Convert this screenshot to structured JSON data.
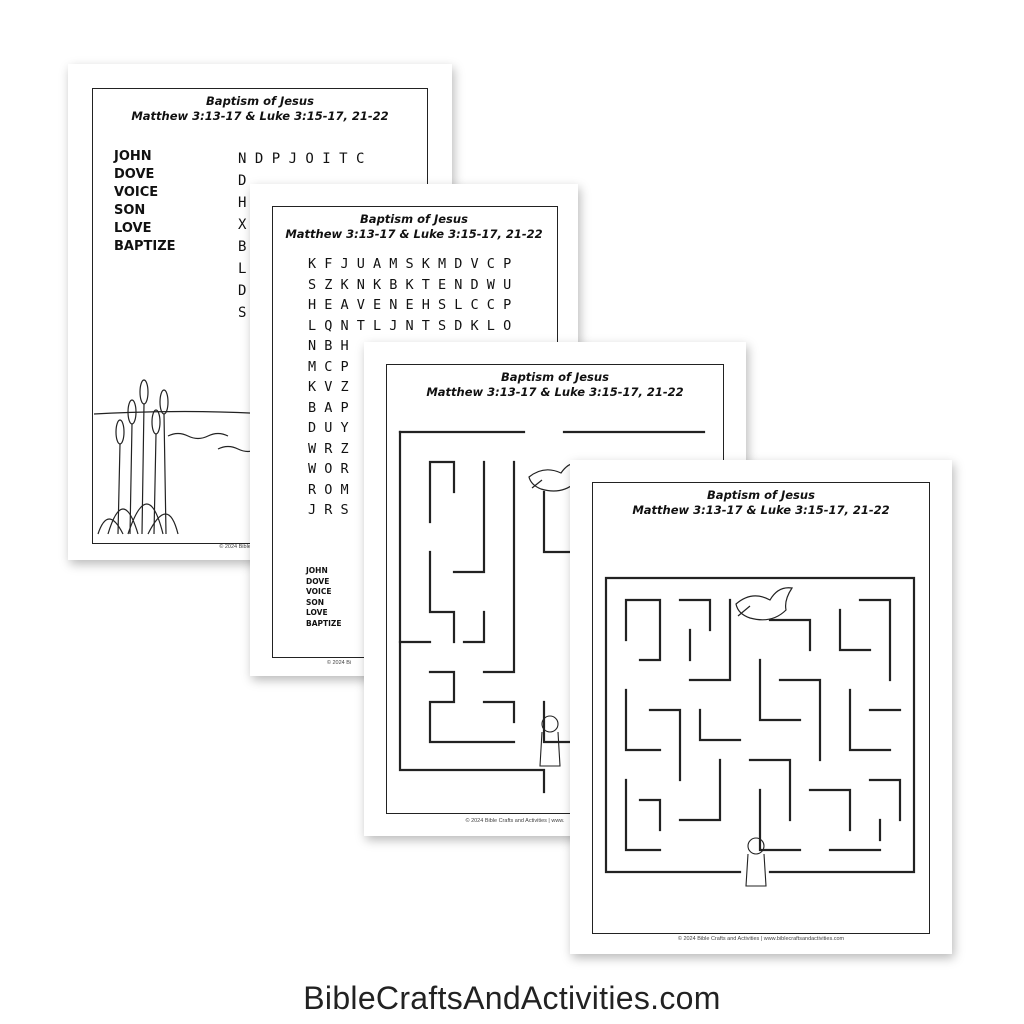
{
  "sheets": {
    "title_line1": "Baptism of Jesus",
    "title_line2": "Matthew 3:13-17 & Luke 3:15-17, 21-22",
    "footer_short": "© 2024 Bible Crafts and Activities",
    "footer_medium": "© 2024 Bible Crafts and Activities | www.",
    "footer_full": "© 2024 Bible Crafts and Activities | www.biblecraftsandactivities.com",
    "footer_tiny": "© 2024 Bi"
  },
  "sheet1": {
    "words": [
      "JOHN",
      "DOVE",
      "VOICE",
      "SON",
      "LOVE",
      "BAPTIZE"
    ],
    "grid_rows": [
      "N D P J O I T C",
      "D",
      "H",
      "X",
      "B",
      "L",
      "D",
      "S"
    ]
  },
  "sheet2": {
    "grid_rows": [
      "K F J U A M S K M D V C P",
      "S Z K N K B K T E N D W U",
      "H E A V E N E H S L C C P",
      "L Q N T L J N T S D K L O",
      "N B H",
      "M C P",
      "K V Z",
      "B A P",
      "D U Y",
      "W R Z",
      "W O R",
      "R O M",
      "J R S"
    ],
    "words": [
      "JOHN",
      "DOVE",
      "VOICE",
      "SON",
      "LOVE",
      "BAPTIZE"
    ]
  },
  "website": "BibleCraftsAndActivities.com"
}
